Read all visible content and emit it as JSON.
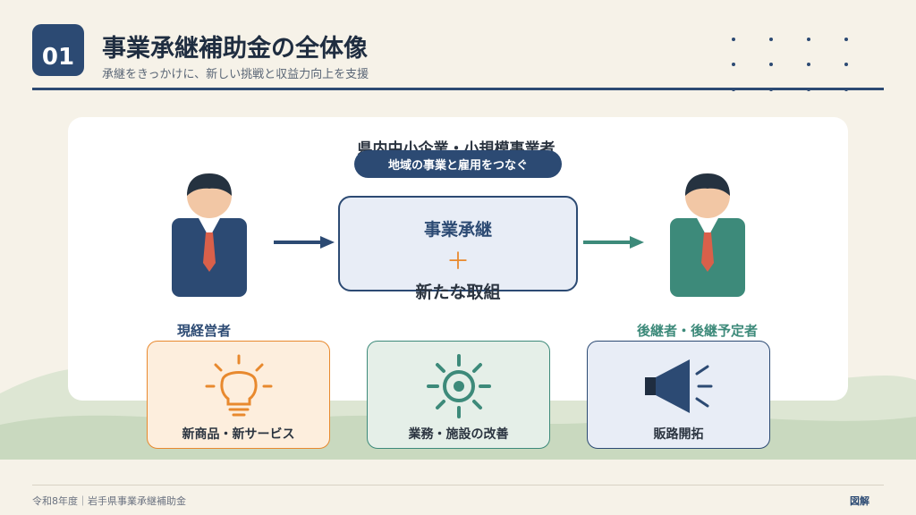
{
  "header": {
    "badge": "01",
    "title": "事業承継補助金の全体像",
    "subtitle": "承継をきっかけに、新しい挑戦と収益力向上を支援"
  },
  "diagram": {
    "heading": "県内中小企業・小規模事業者",
    "pill": "地域の事業と雇用をつなぐ",
    "center_top": "事業承継",
    "center_plus": "＋",
    "center_bottom": "新たな取組",
    "left_label": "現経営者",
    "right_label": "後継者・後継予定者"
  },
  "features": [
    {
      "label": "新商品・新サービス",
      "icon": "lightbulb-icon"
    },
    {
      "label": "業務・施設の改善",
      "icon": "gear-icon"
    },
    {
      "label": "販路開拓",
      "icon": "megaphone-icon"
    }
  ],
  "footer": {
    "left": "令和8年度｜岩手県事業承継補助金",
    "right": "図解"
  },
  "colors": {
    "navy": "#2c4a73",
    "teal": "#3d8a7a",
    "orange": "#e8892e",
    "red_tie": "#d9604a",
    "background": "#f6f2e8"
  }
}
